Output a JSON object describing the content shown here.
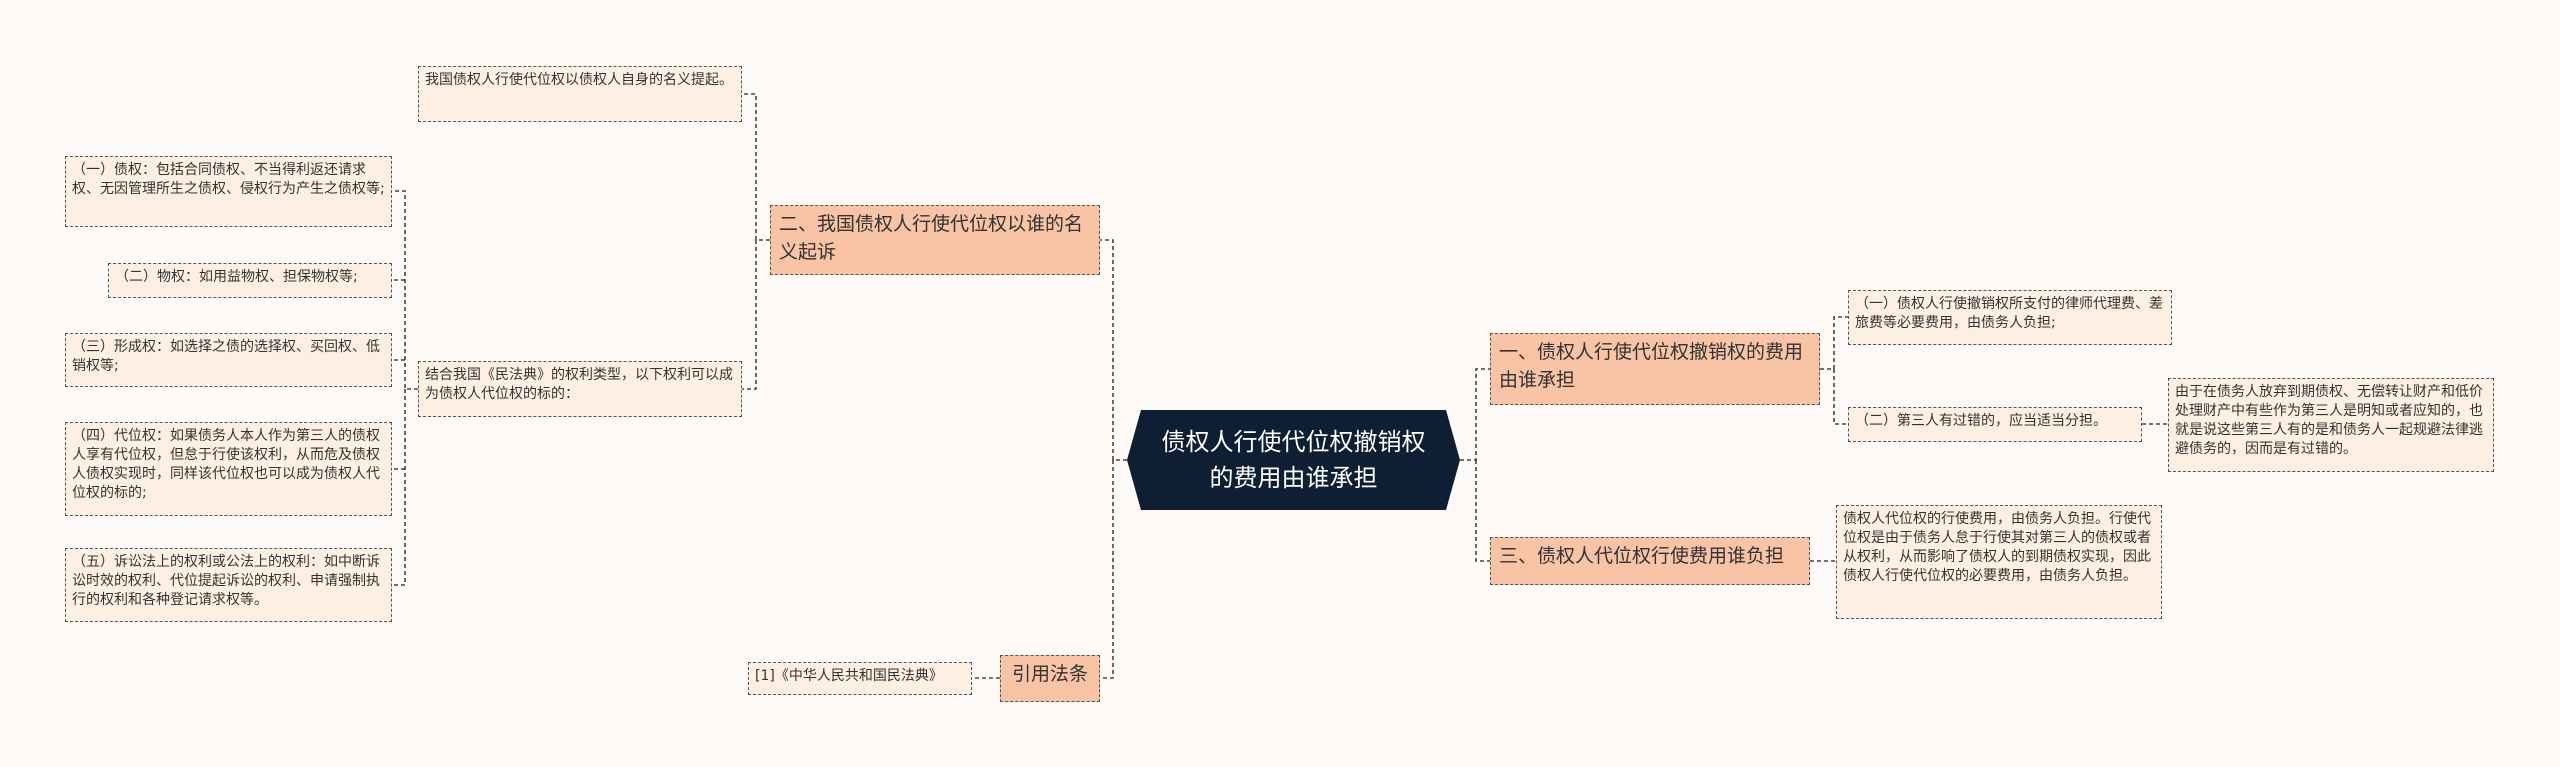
{
  "diagram": {
    "root": "债权人行使代位权撤销权的费用由谁承担",
    "branches": {
      "b1": "二、我国债权人行使代位权以谁的名义起诉",
      "b2": "一、债权人行使代位权撤销权的费用由谁承担",
      "b3": "三、债权人代位权行使费用谁负担",
      "b4": "引用法条"
    },
    "leaves": {
      "l_name": "我国债权人行使代位权以债权人自身的名义提起。",
      "l_types": "结合我国《民法典》的权利类型，以下权利可以成为债权人代位权的标的：",
      "l_t1": "（一）债权：包括合同债权、不当得利返还请求权、无因管理所生之债权、侵权行为产生之债权等;",
      "l_t2": "（二）物权：如用益物权、担保物权等;",
      "l_t3": "（三）形成权：如选择之债的选择权、买回权、低销权等;",
      "l_t4": "（四）代位权：如果债务人本人作为第三人的债权人享有代位权，但怠于行使该权利，从而危及债权人债权实现时，同样该代位权也可以成为债权人代位权的标的;",
      "l_t5": "（五）诉讼法上的权利或公法上的权利：如中断诉讼时效的权利、代位提起诉讼的权利、申请强制执行的权利和各种登记请求权等。",
      "l_fee1": "（一）债权人行使撤销权所支付的律师代理费、差旅费等必要费用，由债务人负担;",
      "l_fee2": "（二）第三人有过错的，应当适当分担。",
      "l_fee2_detail": "由于在债务人放弃到期债权、无偿转让财产和低价处理财产中有些作为第三人是明知或者应知的，也就是说这些第三人有的是和债务人一起规避法律逃避债务的，因而是有过错的。",
      "l_cost": "债权人代位权的行使费用，由债务人负担。行使代位权是由于债务人怠于行使其对第三人的债权或者从权利，从而影响了债权人的到期债权实现，因此债权人行使代位权的必要费用，由债务人负担。",
      "l_law": "[1]《中华人民共和国民法典》"
    }
  },
  "colors": {
    "background": "#fdfaf8",
    "root_fill": "#0e1e33",
    "root_text": "#ffffff",
    "branch_fill": "#f9c3a6",
    "leaf_fill": "#fdf0e3",
    "connector": "#444444"
  }
}
